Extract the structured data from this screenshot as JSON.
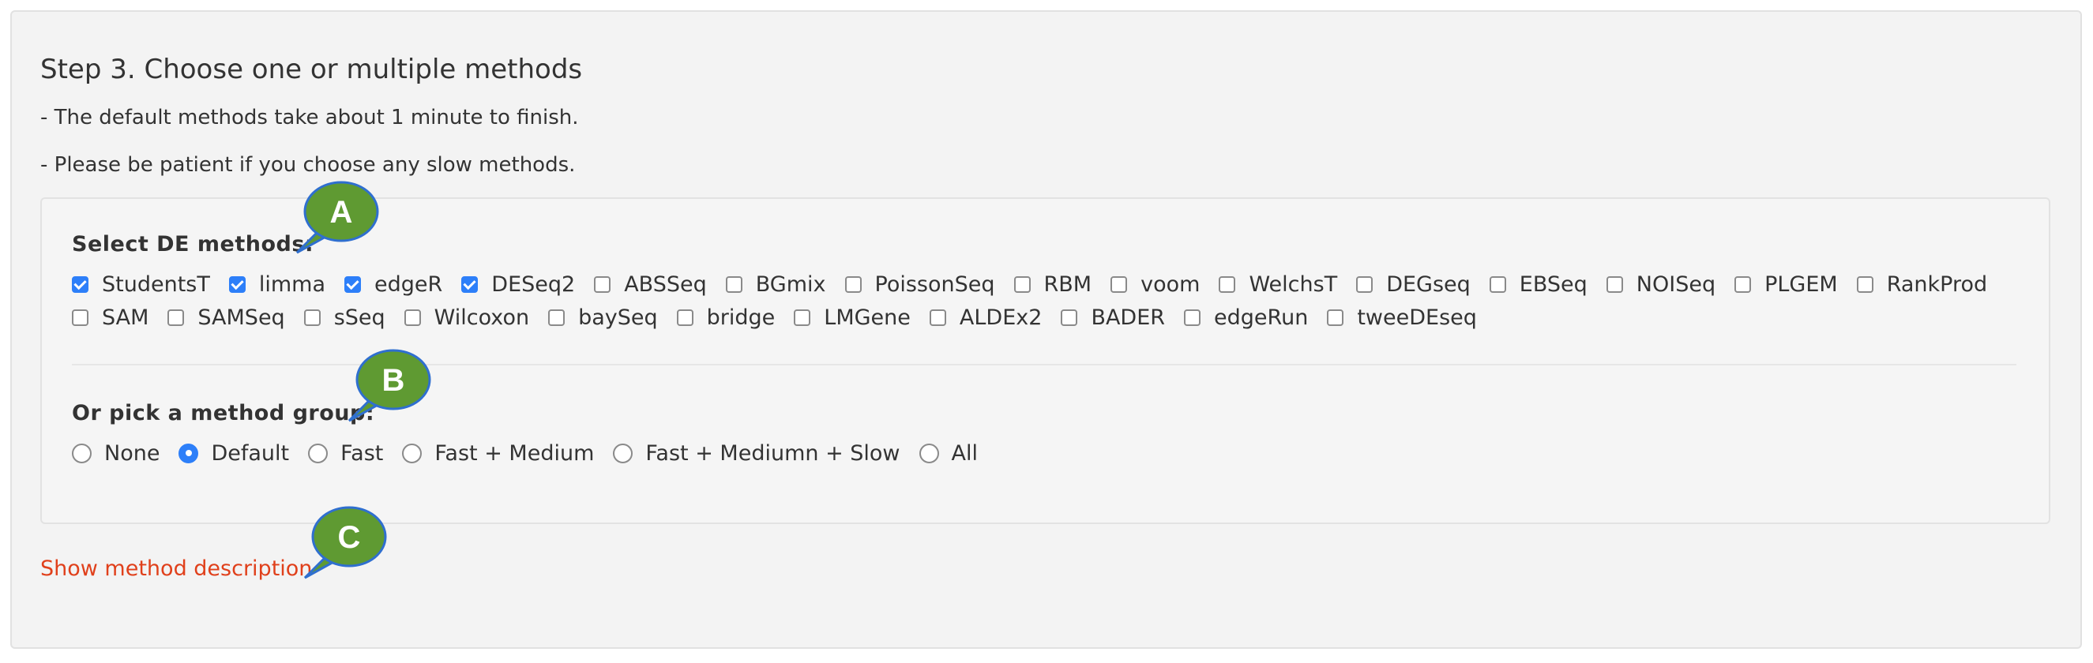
{
  "step": {
    "title": "Step 3. Choose one or multiple methods",
    "notes": [
      "- The default methods take about 1 minute to finish.",
      "- Please be patient if you choose any slow methods."
    ]
  },
  "methods": {
    "label": "Select DE methods:",
    "row1": [
      {
        "name": "StudentsT",
        "checked": true
      },
      {
        "name": "limma",
        "checked": true
      },
      {
        "name": "edgeR",
        "checked": true
      },
      {
        "name": "DESeq2",
        "checked": true
      },
      {
        "name": "ABSSeq",
        "checked": false
      },
      {
        "name": "BGmix",
        "checked": false
      },
      {
        "name": "PoissonSeq",
        "checked": false
      },
      {
        "name": "RBM",
        "checked": false
      },
      {
        "name": "voom",
        "checked": false
      },
      {
        "name": "WelchsT",
        "checked": false
      },
      {
        "name": "DEGseq",
        "checked": false
      },
      {
        "name": "EBSeq",
        "checked": false
      },
      {
        "name": "NOISeq",
        "checked": false
      },
      {
        "name": "PLGEM",
        "checked": false
      },
      {
        "name": "RankProd",
        "checked": false
      }
    ],
    "row2": [
      {
        "name": "SAM",
        "checked": false
      },
      {
        "name": "SAMSeq",
        "checked": false
      },
      {
        "name": "sSeq",
        "checked": false
      },
      {
        "name": "Wilcoxon",
        "checked": false
      },
      {
        "name": "baySeq",
        "checked": false
      },
      {
        "name": "bridge",
        "checked": false
      },
      {
        "name": "LMGene",
        "checked": false
      },
      {
        "name": "ALDEx2",
        "checked": false
      },
      {
        "name": "BADER",
        "checked": false
      },
      {
        "name": "edgeRun",
        "checked": false
      },
      {
        "name": "tweeDEseq",
        "checked": false
      }
    ]
  },
  "group": {
    "label": "Or pick a method group:",
    "options": [
      {
        "name": "None",
        "selected": false
      },
      {
        "name": "Default",
        "selected": true
      },
      {
        "name": "Fast",
        "selected": false
      },
      {
        "name": "Fast + Medium",
        "selected": false
      },
      {
        "name": "Fast + Mediumn + Slow",
        "selected": false
      },
      {
        "name": "All",
        "selected": false
      }
    ]
  },
  "link": {
    "text": "Show method description"
  },
  "callouts": [
    "A",
    "B",
    "C"
  ],
  "colors": {
    "accent": "#2d7ff9",
    "link": "#e0401b",
    "callout_fill": "#5f9a32",
    "callout_border": "#2f6fcf"
  }
}
